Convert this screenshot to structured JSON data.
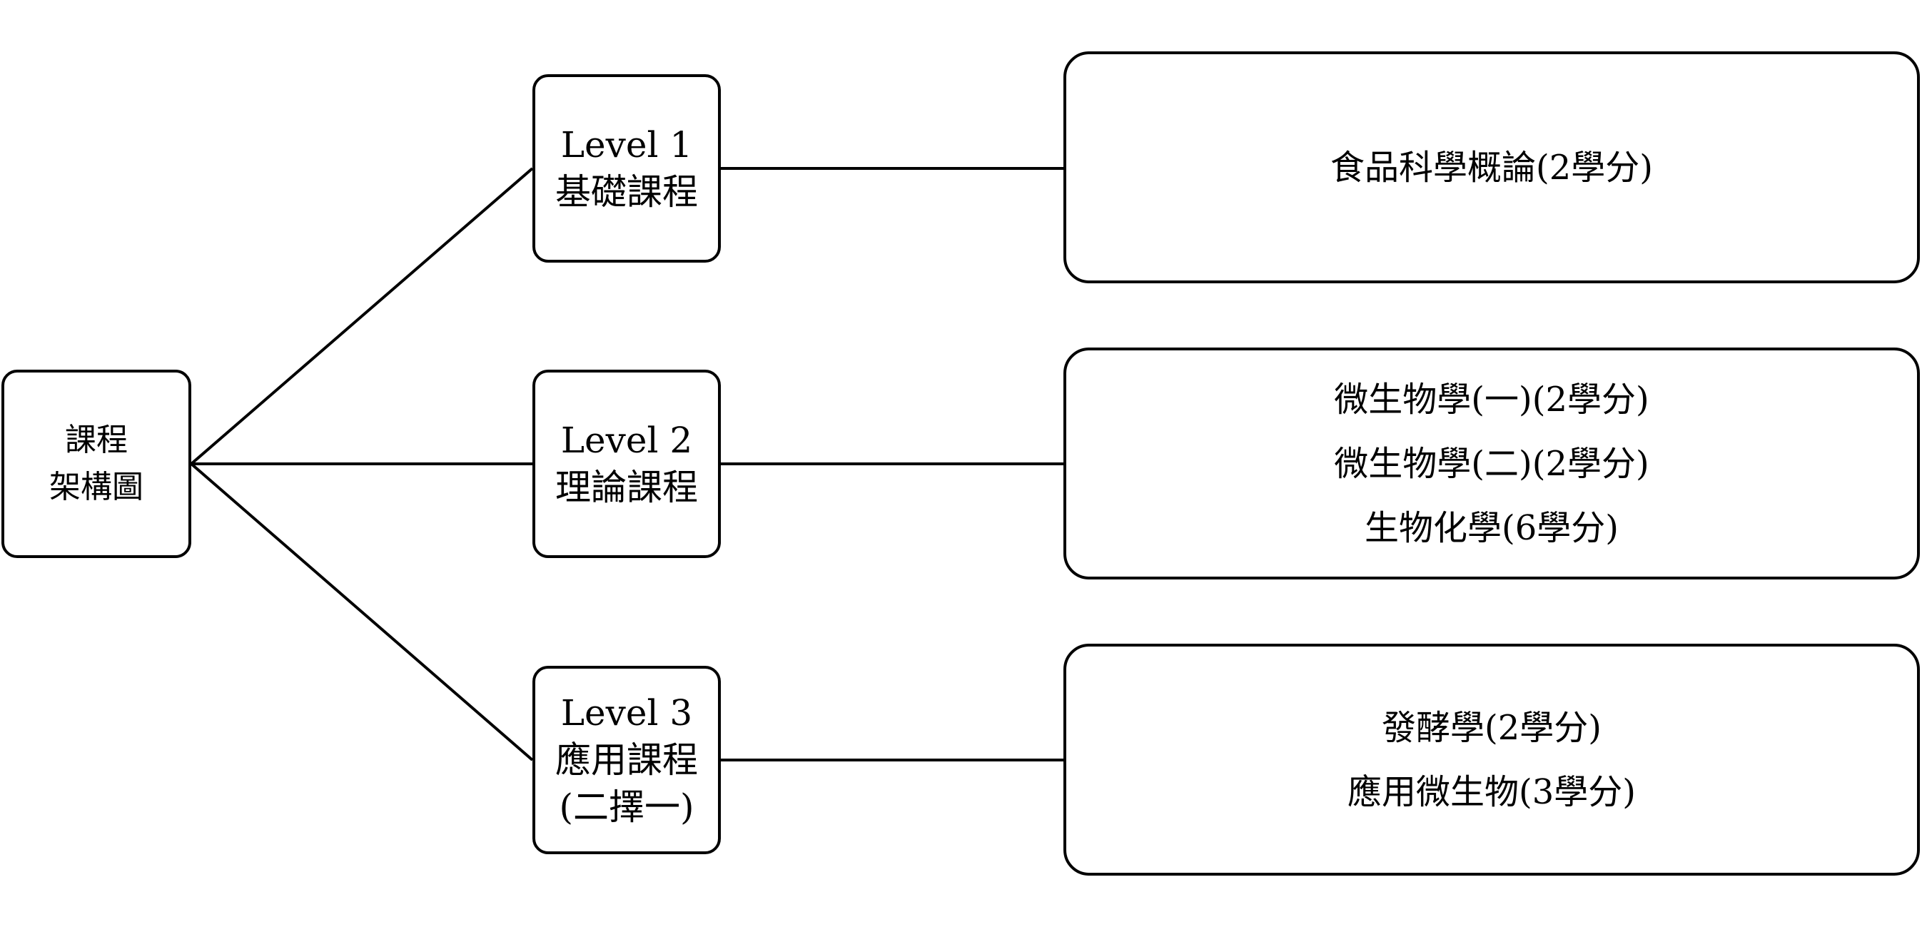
{
  "root": {
    "lines": [
      "課程",
      "架構圖"
    ]
  },
  "levels": [
    {
      "lines": [
        "Level 1",
        "基礎課程"
      ],
      "courses": [
        "食品科學概論(2學分)"
      ]
    },
    {
      "lines": [
        "Level 2",
        "理論課程"
      ],
      "courses": [
        "微生物學(一)(2學分)",
        "微生物學(二)(2學分)",
        "生物化學(6學分)"
      ]
    },
    {
      "lines": [
        "Level 3",
        "應用課程",
        "(二擇一)"
      ],
      "courses": [
        "發酵學(2學分)",
        "應用微生物(3學分)"
      ]
    }
  ],
  "colors": {
    "stroke": "#000000",
    "background": "#ffffff"
  }
}
